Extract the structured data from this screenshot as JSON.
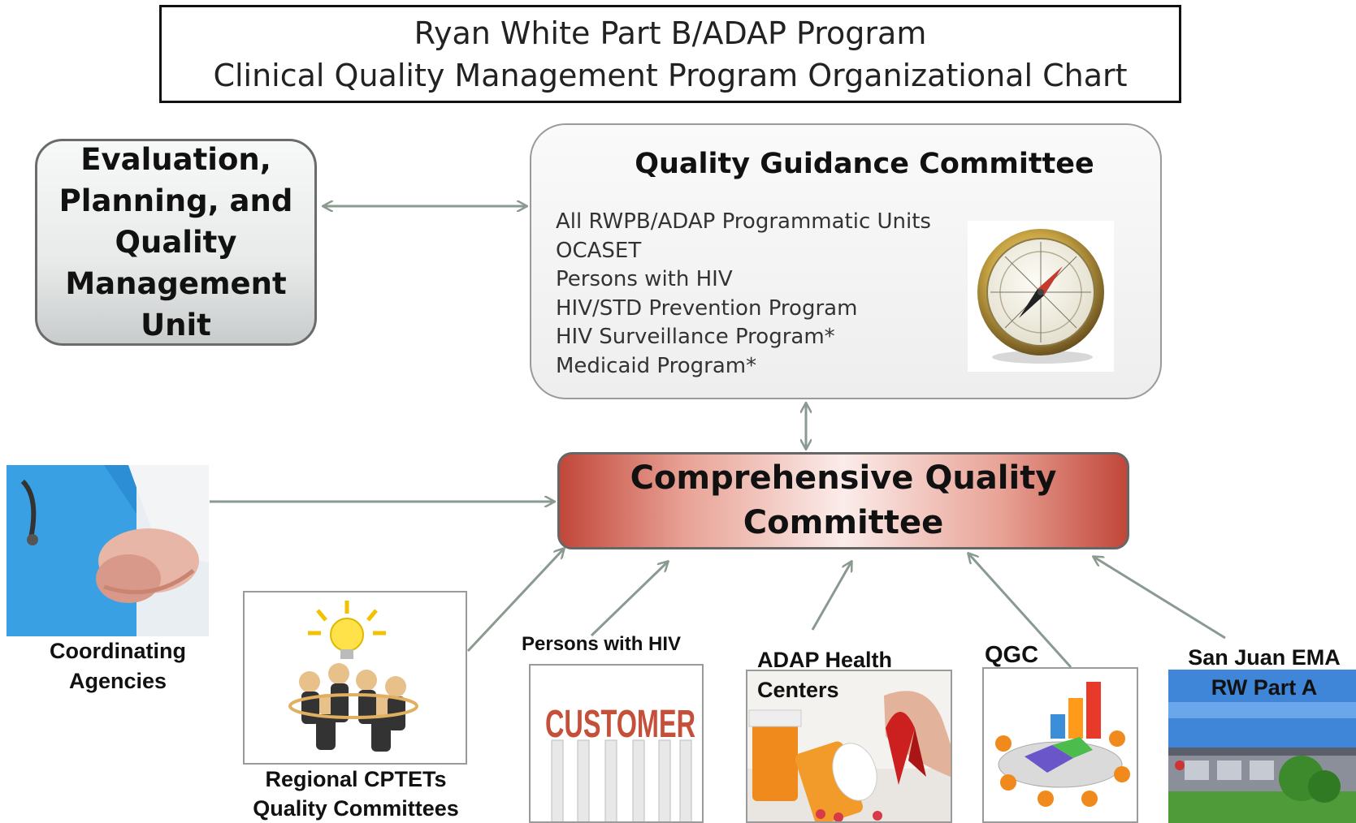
{
  "title": {
    "line1": "Ryan White Part B/ADAP Program",
    "line2": "Clinical Quality Management Program Organizational Chart"
  },
  "evaluation_unit": {
    "label": "Evaluation, Planning, and Quality Management Unit"
  },
  "quality_guidance_committee": {
    "title": "Quality Guidance Committee",
    "members": [
      "All RWPB/ADAP Programmatic Units",
      "OCASET",
      "Persons with HIV",
      "HIV/STD Prevention Program",
      "HIV Surveillance Program*",
      "Medicaid Program*"
    ],
    "image_icon": "compass-icon"
  },
  "comprehensive_quality_committee": {
    "label": "Comprehensive Quality Committee"
  },
  "contributors": [
    {
      "label": "Coordinating Agencies",
      "image_icon": "nurse-patient-photo"
    },
    {
      "label": "Regional CPTETs Quality Committees",
      "image_icon": "team-lightbulb-illustration"
    },
    {
      "label": "Persons with HIV",
      "image_icon": "customer-word-art",
      "image_text": "CUSTOMER"
    },
    {
      "label": "ADAP Health Centers",
      "image_icon": "medication-ribbon-photo"
    },
    {
      "label": "QGC",
      "image_icon": "meeting-chart-illustration"
    },
    {
      "label": "San Juan EMA RW Part A",
      "image_icon": "building-photo"
    }
  ],
  "colors": {
    "arrow": "#8a9a90",
    "cqc_red": "#c1473a",
    "eval_border": "#6b6b6b"
  }
}
